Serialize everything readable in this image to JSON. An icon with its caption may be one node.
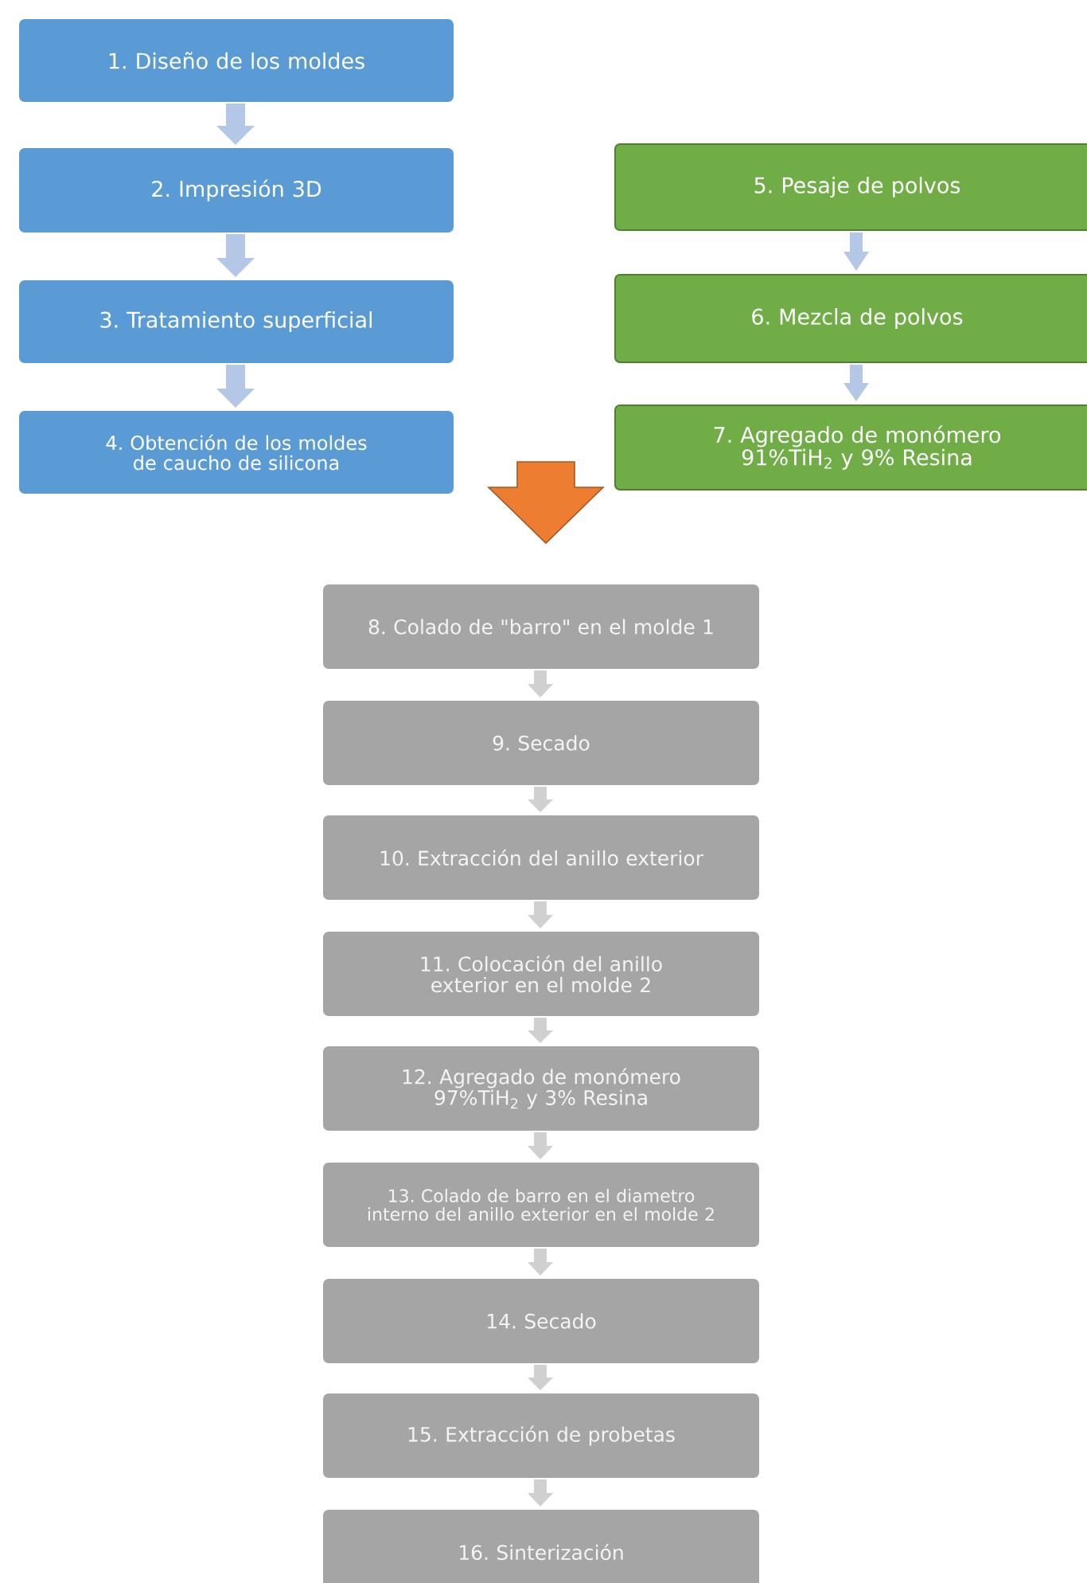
{
  "diagram": {
    "nodes": [
      {
        "text": [
          "1. Diseño de los moldes"
        ]
      },
      {
        "text": [
          "2. Impresión 3D"
        ]
      },
      {
        "text": [
          "3. Tratamiento superficial"
        ]
      },
      {
        "text": [
          "4. Obtención de los moldes de caucho de silicona"
        ]
      },
      {
        "text": [
          "5. Pesaje de polvos"
        ]
      },
      {
        "text": [
          "6. Mezcla de polvos"
        ]
      },
      {
        "text": [
          "7. Agregado de monómero 91%TiH$_{2}$ y 9% Resina"
        ]
      },
      {
        "text": [
          "8. Colado de \"barro\" en el molde 1"
        ]
      },
      {
        "text": [
          "9. Secado"
        ]
      },
      {
        "text": [
          "10. Extracción del anillo exterior"
        ]
      },
      {
        "text": [
          "11. Colocación del anillo exterior en el molde 2"
        ]
      },
      {
        "text": [
          "12. Agregado de monómero 97%TiH$_{2}$ y 3% Resina"
        ]
      },
      {
        "text": [
          "13. Colado de barro en el diametro interno del anillo exterior en el molde 2"
        ]
      },
      {
        "text": [
          "14. Secado"
        ]
      },
      {
        "text": [
          "15. Extracción de probetas"
        ]
      },
      {
        "text": [
          "16. Sinterización"
        ]
      }
    ],
    "edges": [
      {
        "from": 0,
        "to": 1,
        "arrow": "to",
        "color": "#b4c7e7"
      },
      {
        "from": 1,
        "to": 2,
        "arrow": "to",
        "color": "#b4c7e7"
      },
      {
        "from": 2,
        "to": 3,
        "arrow": "to",
        "color": "#b4c7e7"
      },
      {
        "from": 4,
        "to": 5,
        "arrow": "to",
        "color": "#b4c7e7"
      },
      {
        "from": 5,
        "to": 6,
        "arrow": "to",
        "color": "#b4c7e7"
      },
      {
        "from": 3,
        "to": 7,
        "arrow": "to",
        "color": "#ed7d31"
      },
      {
        "from": 6,
        "to": 7,
        "arrow": "to",
        "color": "#ed7d31"
      },
      {
        "from": 7,
        "to": 8,
        "arrow": "to"
      },
      {
        "from": 8,
        "to": 9,
        "arrow": "to"
      },
      {
        "from": 9,
        "to": 10,
        "arrow": "to"
      },
      {
        "from": 10,
        "to": 11,
        "arrow": "to"
      },
      {
        "from": 11,
        "to": 12,
        "arrow": "to"
      },
      {
        "from": 12,
        "to": 13,
        "arrow": "to"
      },
      {
        "from": 13,
        "to": 14,
        "arrow": "to"
      },
      {
        "from": 14,
        "to": 15,
        "arrow": "to"
      }
    ]
  }
}
